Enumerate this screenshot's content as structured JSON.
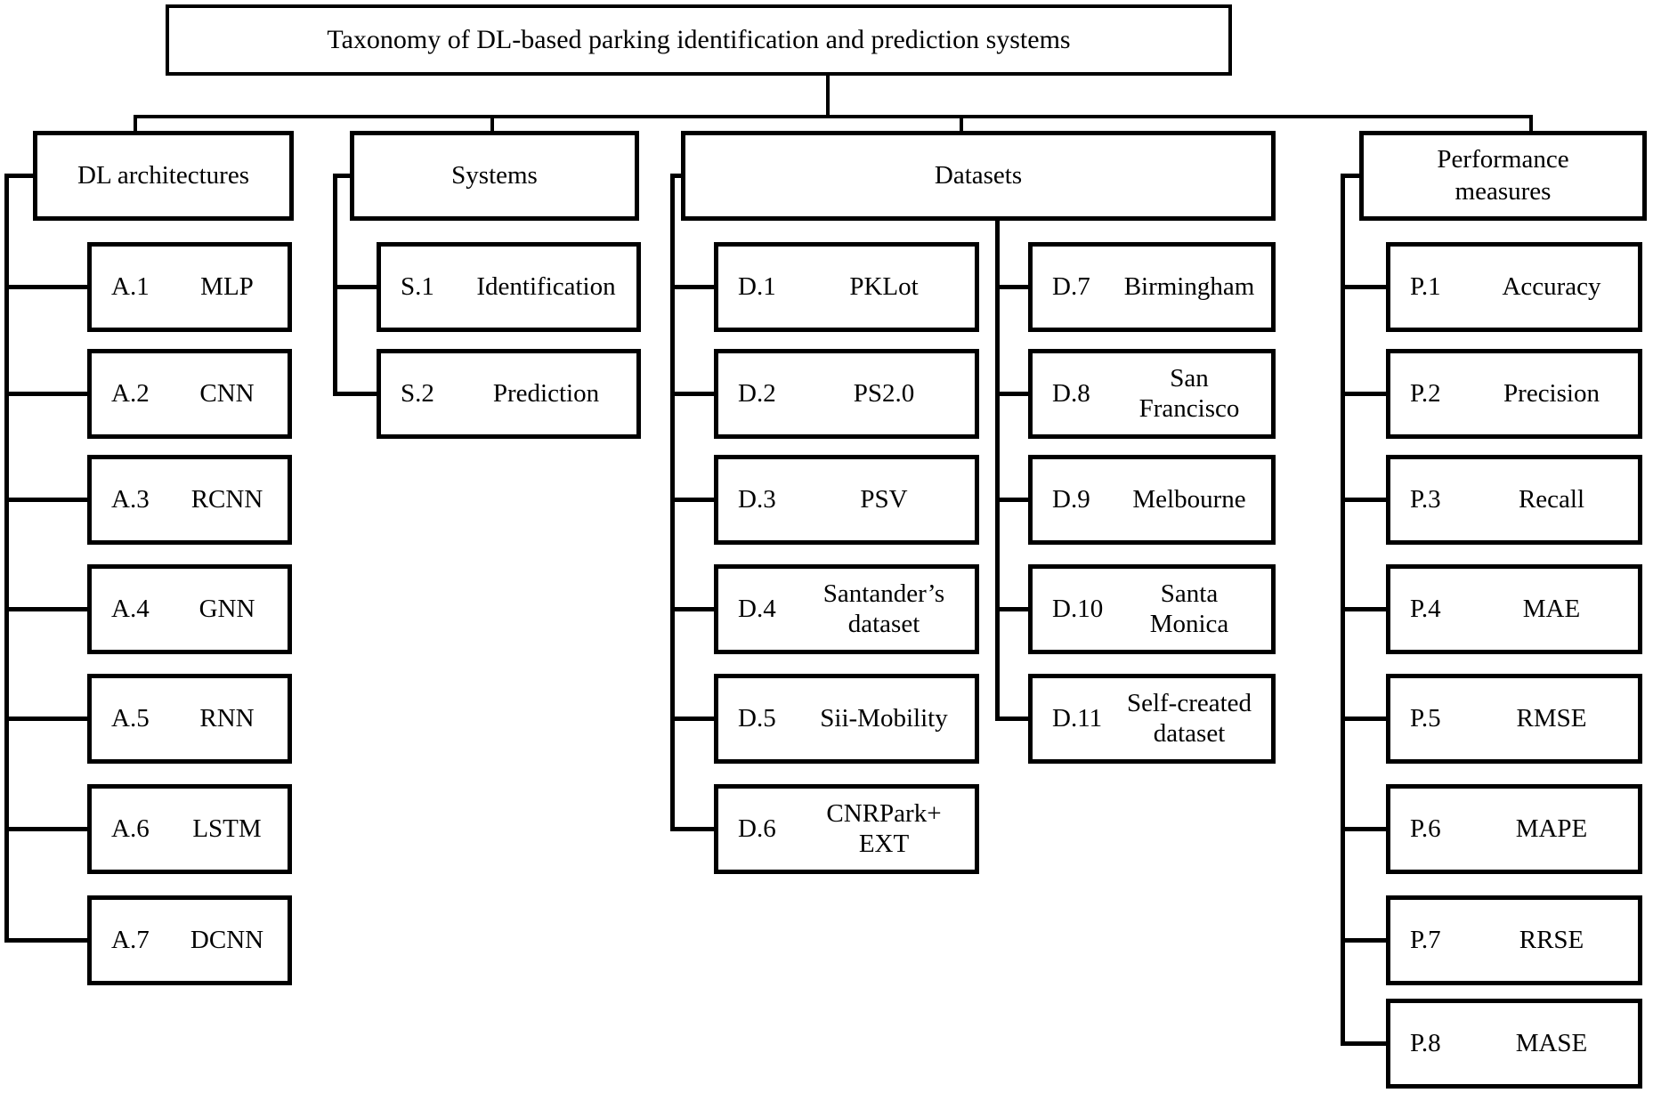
{
  "title": "Taxonomy of DL-based parking identification and prediction systems",
  "colors": {
    "line": "#000000",
    "box_border": "#000000",
    "background": "#ffffff"
  },
  "groups": [
    {
      "label": "DL architectures",
      "items": [
        {
          "id": "A.1",
          "name": "MLP"
        },
        {
          "id": "A.2",
          "name": "CNN"
        },
        {
          "id": "A.3",
          "name": "RCNN"
        },
        {
          "id": "A.4",
          "name": "GNN"
        },
        {
          "id": "A.5",
          "name": "RNN"
        },
        {
          "id": "A.6",
          "name": "LSTM"
        },
        {
          "id": "A.7",
          "name": "DCNN"
        }
      ]
    },
    {
      "label": "Systems",
      "items": [
        {
          "id": "S.1",
          "name": "Identification"
        },
        {
          "id": "S.2",
          "name": "Prediction"
        }
      ]
    },
    {
      "label": "Datasets",
      "items_left": [
        {
          "id": "D.1",
          "name": "PKLot"
        },
        {
          "id": "D.2",
          "name": "PS2.0"
        },
        {
          "id": "D.3",
          "name": "PSV"
        },
        {
          "id": "D.4",
          "name": "Santander’s\ndataset"
        },
        {
          "id": "D.5",
          "name": "Sii-Mobility"
        },
        {
          "id": "D.6",
          "name": "CNRPark+\nEXT"
        }
      ],
      "items_right": [
        {
          "id": "D.7",
          "name": "Birmingham"
        },
        {
          "id": "D.8",
          "name": "San\nFrancisco"
        },
        {
          "id": "D.9",
          "name": "Melbourne"
        },
        {
          "id": "D.10",
          "name": "Santa\nMonica"
        },
        {
          "id": "D.11",
          "name": "Self-created\ndataset"
        }
      ]
    },
    {
      "label": "Performance\nmeasures",
      "items": [
        {
          "id": "P.1",
          "name": "Accuracy"
        },
        {
          "id": "P.2",
          "name": "Precision"
        },
        {
          "id": "P.3",
          "name": "Recall"
        },
        {
          "id": "P.4",
          "name": "MAE"
        },
        {
          "id": "P.5",
          "name": "RMSE"
        },
        {
          "id": "P.6",
          "name": "MAPE"
        },
        {
          "id": "P.7",
          "name": "RRSE"
        },
        {
          "id": "P.8",
          "name": "MASE"
        }
      ]
    }
  ]
}
